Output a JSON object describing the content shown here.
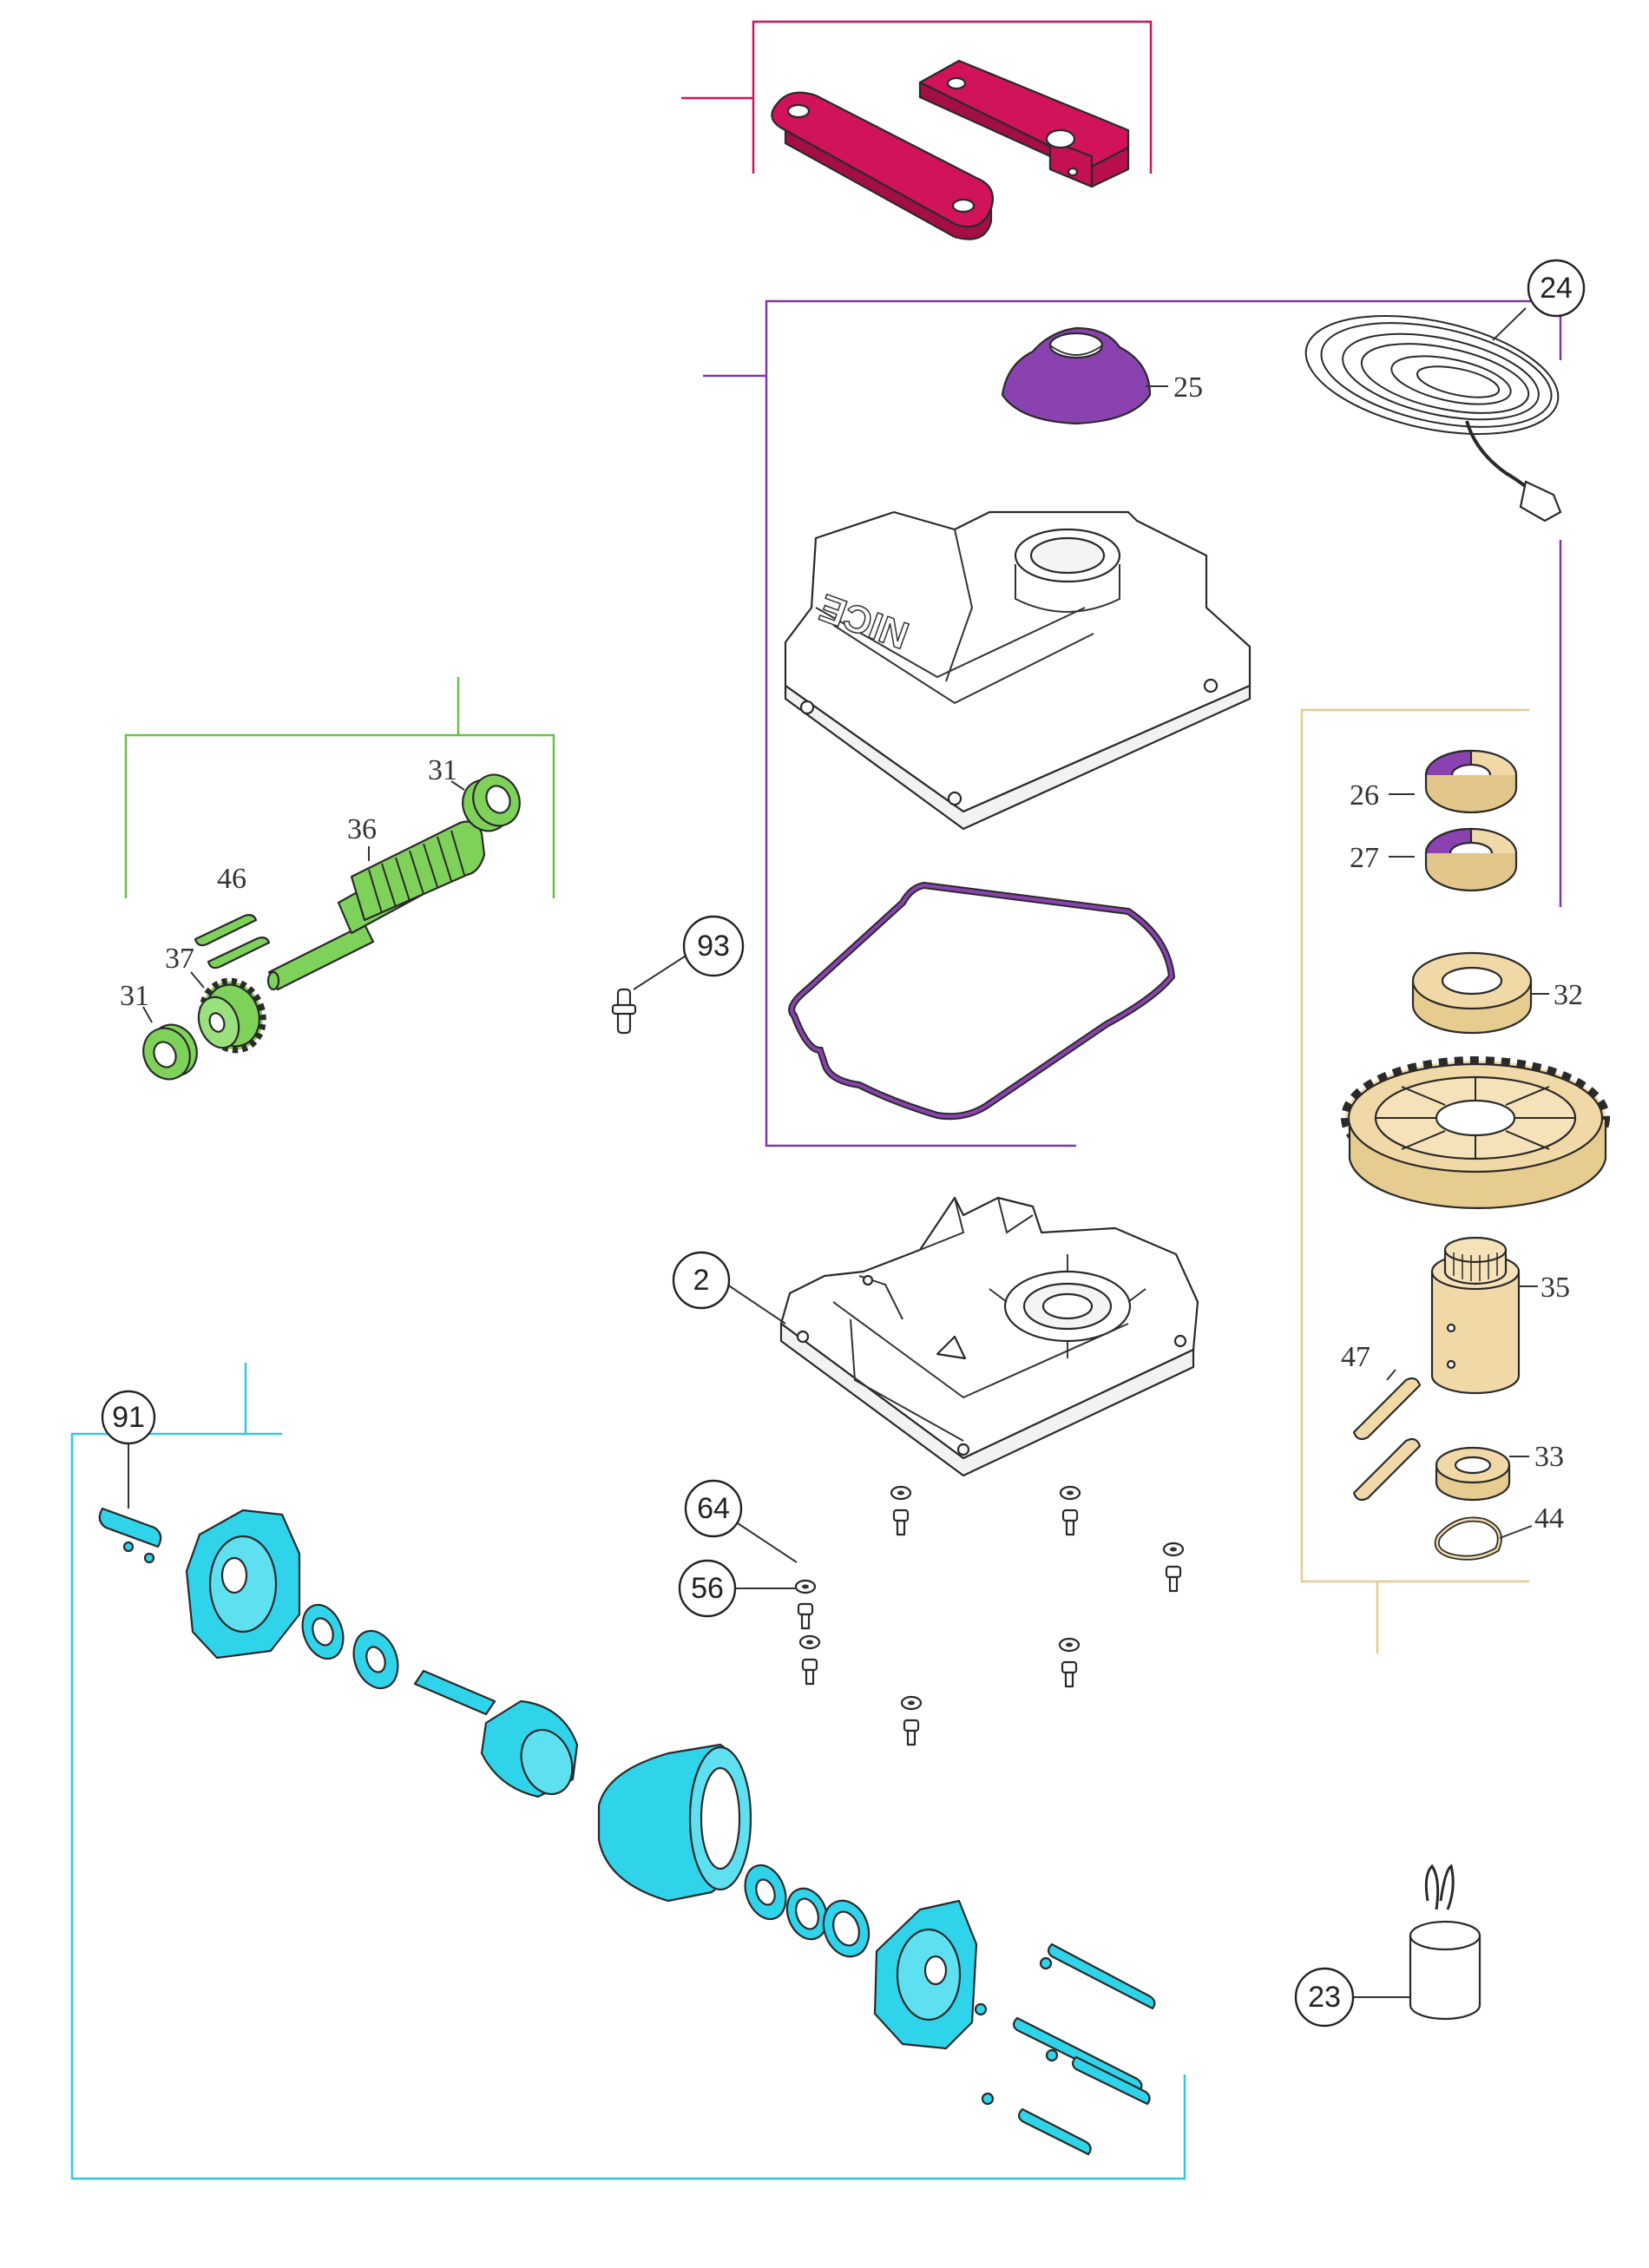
{
  "colors": {
    "crimson": "#d0135a",
    "purple": "#8a42b0",
    "gold": "#f0d9a6",
    "green": "#7ed25a",
    "cyan": "#2fd3ea",
    "gray": "#ffffff"
  },
  "labels": {
    "l25": "25",
    "l26": "26",
    "l27": "27",
    "l31a": "31",
    "l31b": "31",
    "l32": "32",
    "l33": "33",
    "l35": "35",
    "l36": "36",
    "l37": "37",
    "l44": "44",
    "l46": "46",
    "l47": "47"
  },
  "callouts": {
    "c2": "2",
    "c23": "23",
    "c24": "24",
    "c56": "56",
    "c64": "64",
    "c91": "91",
    "c93": "93"
  },
  "logo_text": "NICE"
}
